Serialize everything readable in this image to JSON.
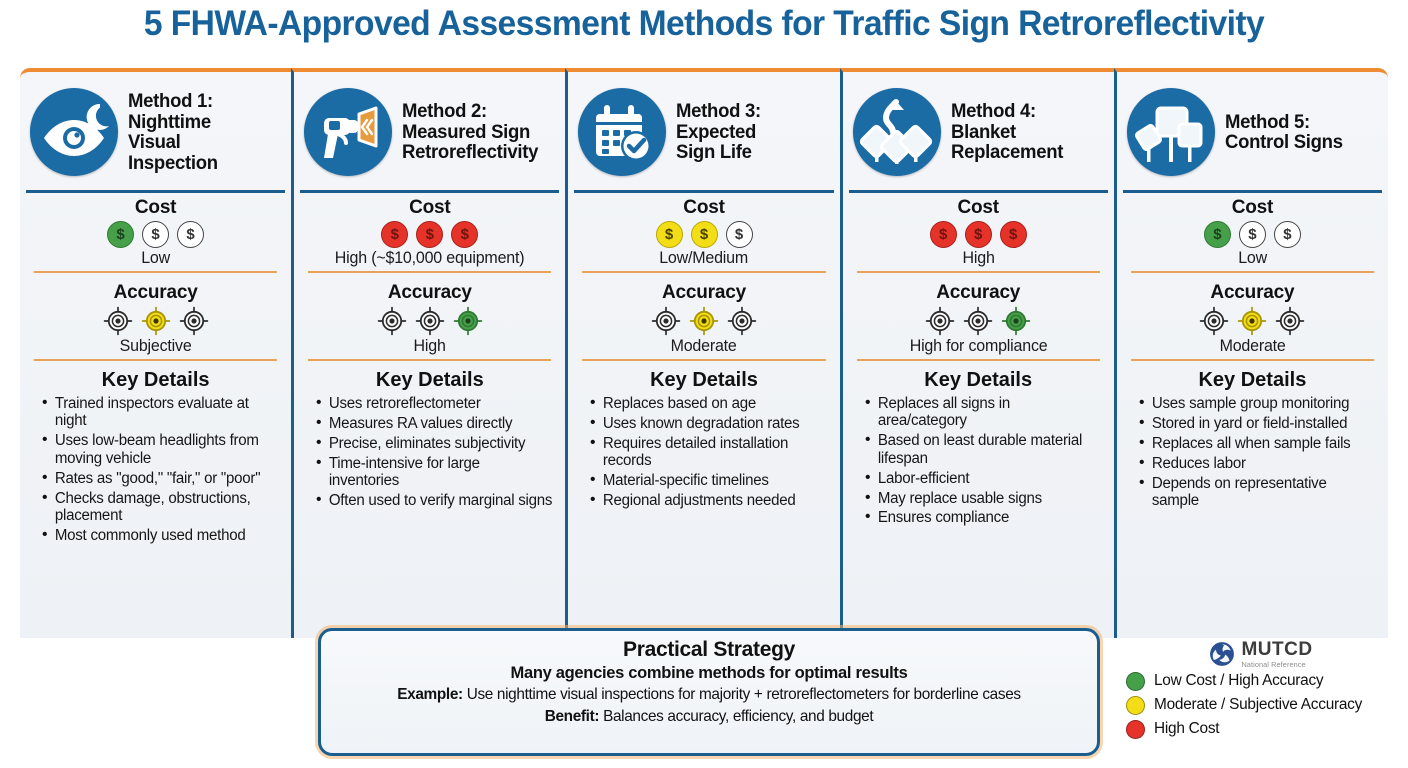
{
  "title": "5 FHWA-Approved Assessment Methods for Traffic Sign Retroreflectivity",
  "labels": {
    "cost": "Cost",
    "accuracy": "Accuracy",
    "key_details": "Key Details"
  },
  "colors": {
    "brand_blue": "#17629b",
    "badge_blue": "#1b6ba5",
    "divider_blue": "#1b5e8e",
    "accent_orange": "#ef8b33",
    "green": "#45a049",
    "yellow": "#f3dd16",
    "red": "#e5332a"
  },
  "columns": [
    {
      "icon": "eye-moon-icon",
      "name": "Method 1:\nNighttime\nVisual\nInspection",
      "cost": {
        "dots": [
          "green",
          "empty",
          "empty"
        ],
        "value": "Low"
      },
      "accuracy": {
        "dots": [
          "empty",
          "yellow",
          "empty"
        ],
        "value": "Subjective"
      },
      "details": [
        "Trained inspectors evaluate at night",
        "Uses low-beam headlights from moving vehicle",
        "Rates as \"good,\" \"fair,\" or \"poor\"",
        "Checks damage, obstructions, placement",
        "Most commonly used method"
      ]
    },
    {
      "icon": "retroreflectometer-icon",
      "name": "Method 2:\nMeasured Sign\nRetroreflectivity",
      "cost": {
        "dots": [
          "red",
          "red",
          "red"
        ],
        "value": "High (~$10,000 equipment)"
      },
      "accuracy": {
        "dots": [
          "empty",
          "empty",
          "green"
        ],
        "value": "High"
      },
      "details": [
        "Uses retroreflectometer",
        "Measures RA values directly",
        "Precise, eliminates subjectivity",
        "Time-intensive for large inventories",
        "Often used to verify marginal signs"
      ]
    },
    {
      "icon": "calendar-check-icon",
      "name": "Method 3:\nExpected\nSign Life",
      "cost": {
        "dots": [
          "yellow",
          "yellow",
          "empty"
        ],
        "value": "Low/Medium"
      },
      "accuracy": {
        "dots": [
          "empty",
          "yellow",
          "empty"
        ],
        "value": "Moderate"
      },
      "details": [
        "Replaces based on age",
        "Uses known degradation rates",
        "Requires detailed installation records",
        "Material-specific timelines",
        "Regional adjustments needed"
      ]
    },
    {
      "icon": "diamond-signs-arrow-icon",
      "name": "Method 4:\nBlanket\nReplacement",
      "cost": {
        "dots": [
          "red",
          "red",
          "red"
        ],
        "value": "High"
      },
      "accuracy": {
        "dots": [
          "empty",
          "empty",
          "green"
        ],
        "value": "High for compliance"
      },
      "details": [
        "Replaces all signs in area/category",
        "Based on least durable material lifespan",
        "Labor-efficient",
        "May replace usable signs",
        "Ensures compliance"
      ]
    },
    {
      "icon": "control-signs-icon",
      "name": "Method 5:\nControl Signs",
      "cost": {
        "dots": [
          "green",
          "empty",
          "empty"
        ],
        "value": "Low"
      },
      "accuracy": {
        "dots": [
          "empty",
          "yellow",
          "empty"
        ],
        "value": "Moderate"
      },
      "details": [
        "Uses sample group monitoring",
        "Stored in yard or field-installed",
        "Replaces all when sample fails",
        "Reduces labor",
        "Depends on representative sample"
      ]
    }
  ],
  "strategy": {
    "heading": "Practical Strategy",
    "subheading": "Many agencies combine methods for optimal results",
    "example_label": "Example:",
    "example_text": " Use nighttime visual inspections for majority + retroreflectometers for borderline cases",
    "benefit_label": "Benefit:",
    "benefit_text": " Balances accuracy, efficiency, and budget"
  },
  "legend": {
    "logo_title": "MUTCD",
    "logo_subtitle": "National Reference",
    "items": [
      {
        "color": "#45a049",
        "label": "Low Cost / High Accuracy"
      },
      {
        "color": "#f3dd16",
        "label": "Moderate / Subjective Accuracy"
      },
      {
        "color": "#e5332a",
        "label": "High Cost"
      }
    ]
  },
  "coin_glyph": "$"
}
